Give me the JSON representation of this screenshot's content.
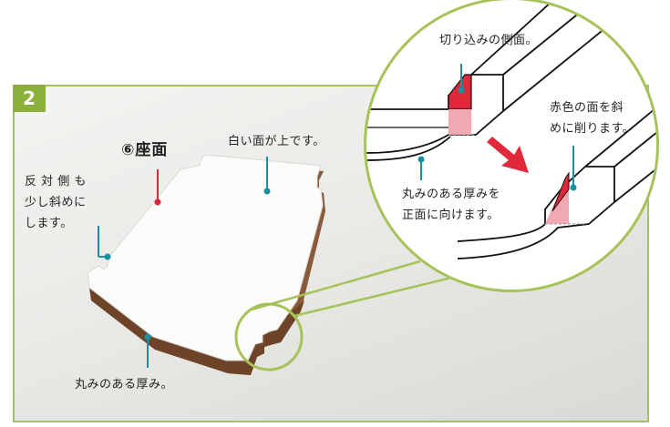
{
  "step": {
    "number": "2"
  },
  "photo": {
    "seat_label": "⑥座面",
    "top_face_label": "白い面が上です。",
    "opposite_side_label": [
      "反 対 側 も",
      "少し斜めに",
      "します。"
    ],
    "rounded_thickness_label": "丸みのある厚み。"
  },
  "zoom": {
    "notch_side_label": "切り込みの側面。",
    "red_face_label": [
      "赤色の面を斜",
      "めに削ります。"
    ],
    "front_label": [
      "丸みのある厚みを",
      "正面に向けます。"
    ]
  },
  "colors": {
    "accent_green": "#8bb13a",
    "frame_green": "#a8c25a",
    "marker_teal": "#1a8fa3",
    "marker_red": "#d8283a",
    "cut_red": "#e0283a",
    "cut_pink": "#f2a8b0"
  }
}
